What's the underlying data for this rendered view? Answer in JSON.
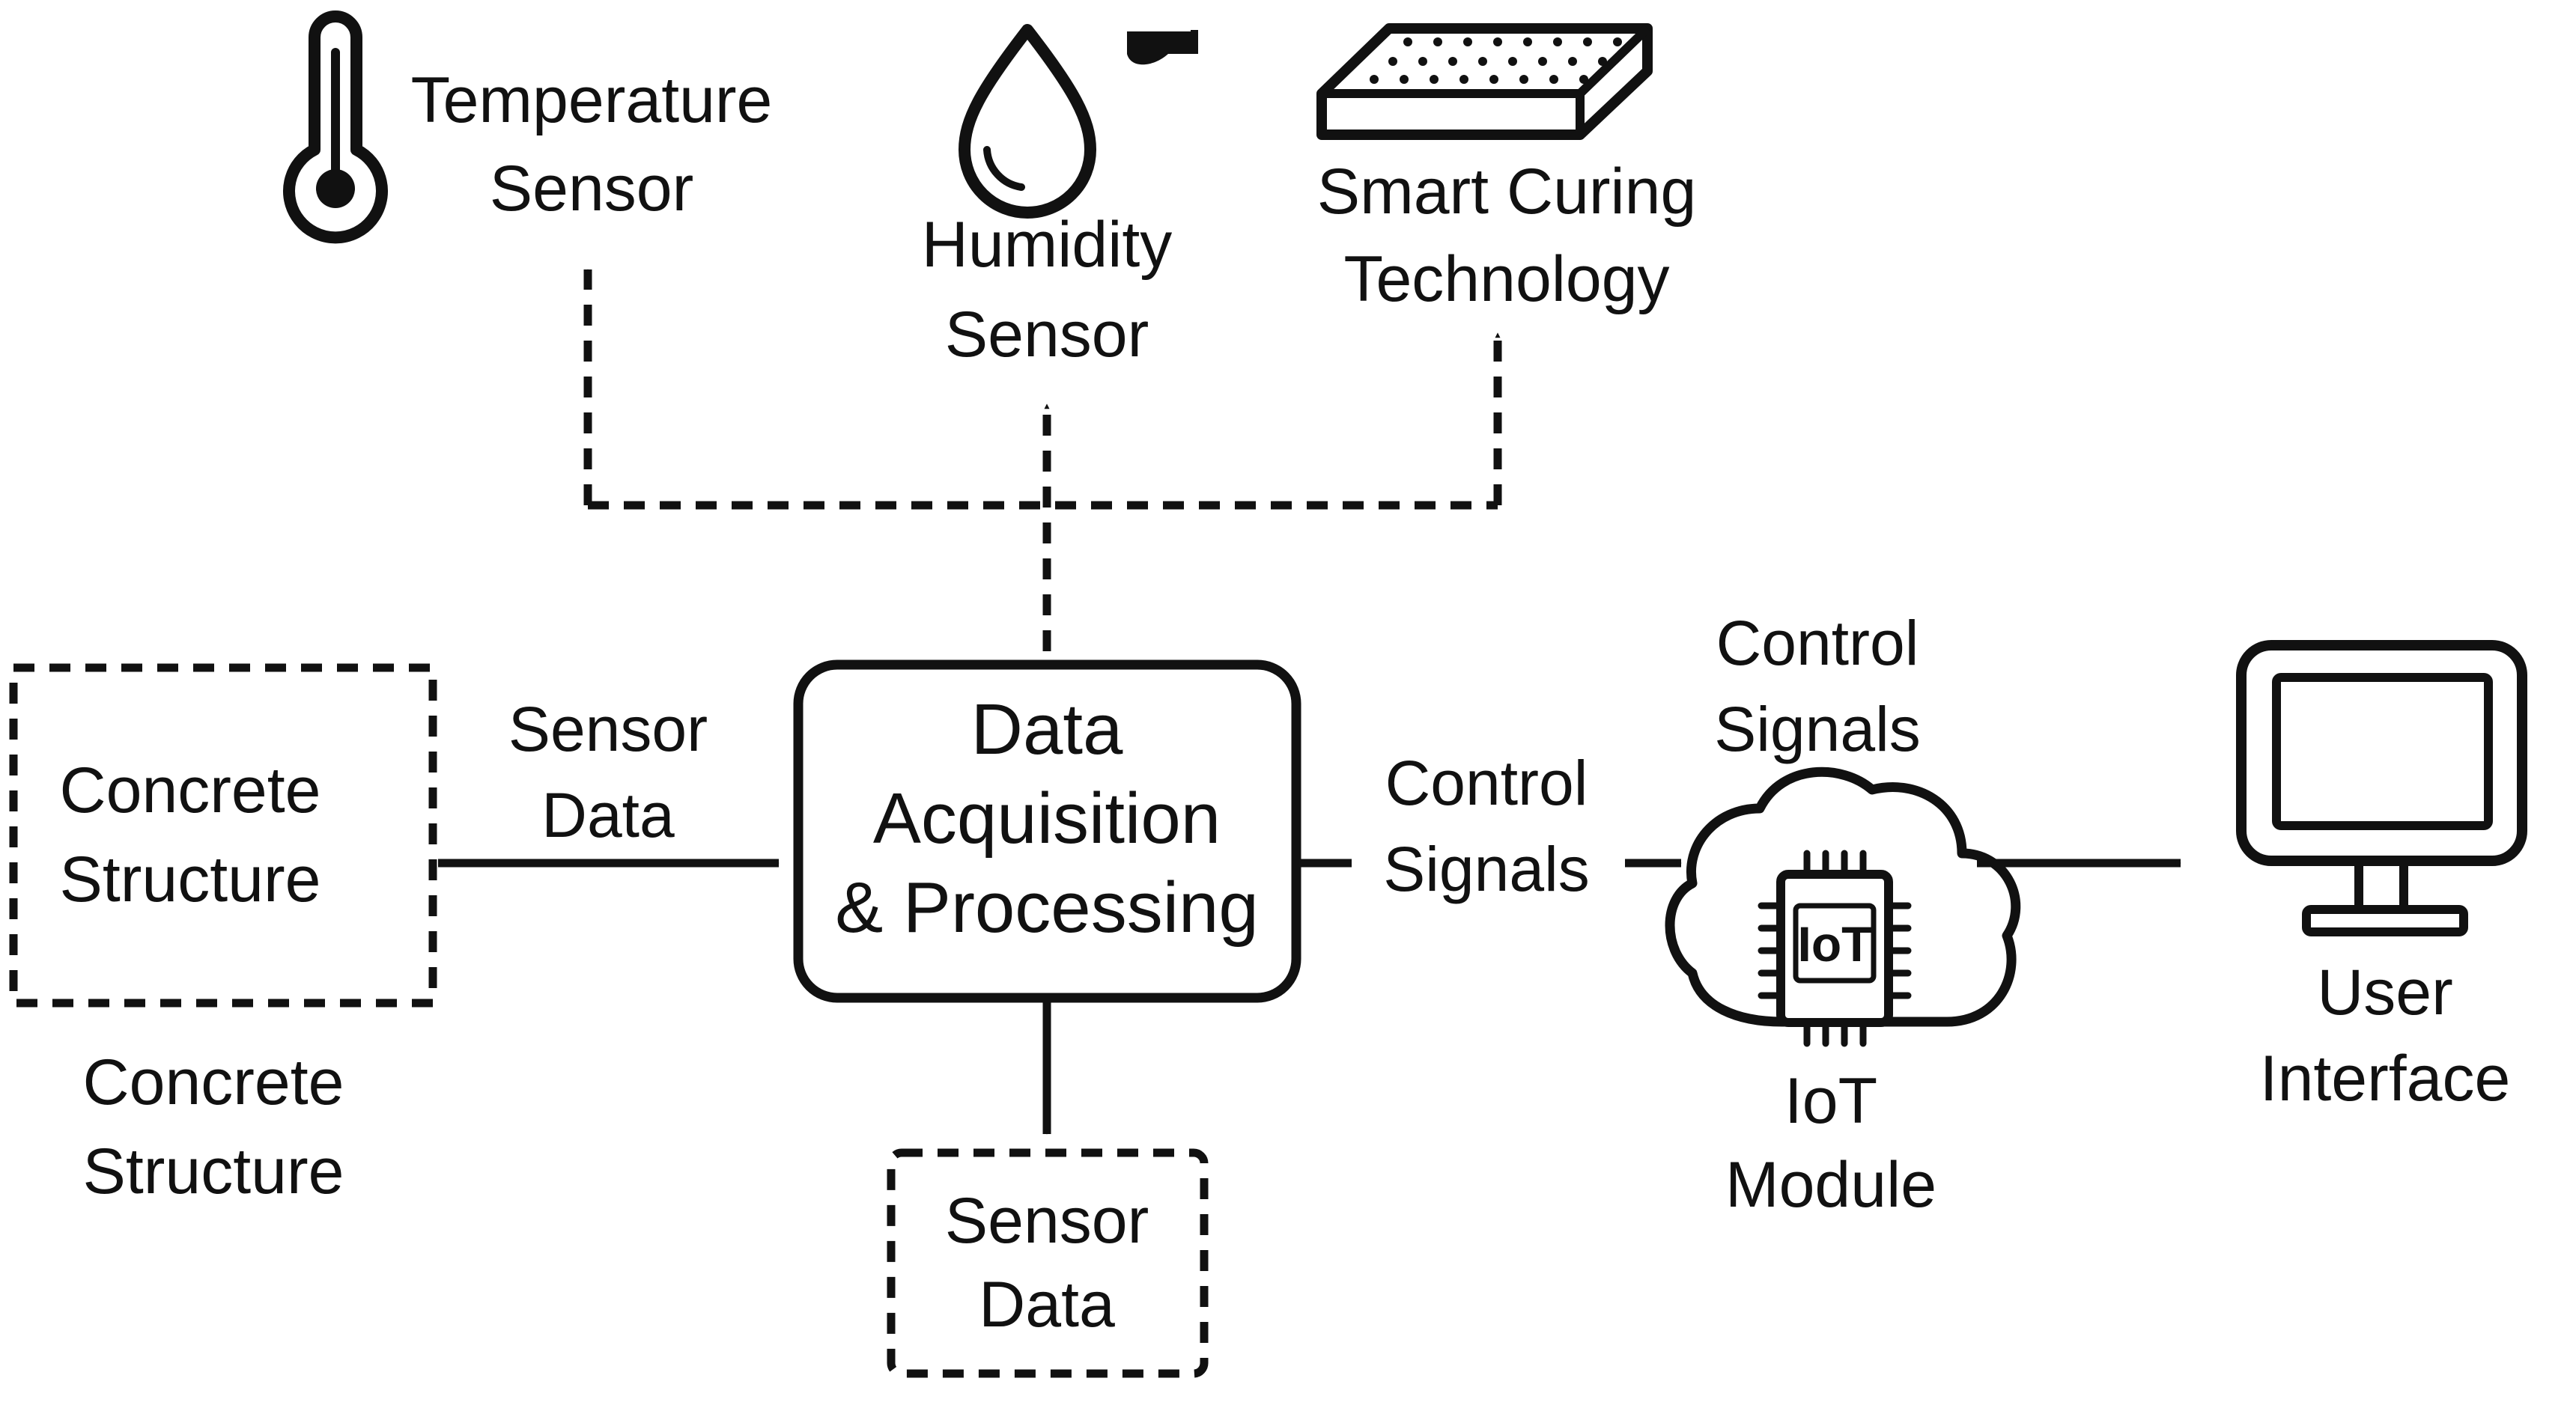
{
  "nodes": {
    "temperature_sensor": {
      "line1": "Temperature",
      "line2": "Sensor"
    },
    "humidity_sensor": {
      "line1": "Humidity",
      "line2": "Sensor"
    },
    "smart_curing": {
      "line1": "Smart Curing",
      "line2": "Technology"
    },
    "concrete_box": {
      "line1": "Concrete",
      "line2": "Structure"
    },
    "concrete_caption": {
      "line1": "Concrete",
      "line2": "Structure"
    },
    "data_acquisition": {
      "line1": "Data",
      "line2": "Acquisition",
      "line3": "& Processing"
    },
    "sensor_data_box": {
      "line1": "Sensor",
      "line2": "Data"
    },
    "iot_module": {
      "chip_label": "IoT",
      "line1": "IoT",
      "line2": "Module"
    },
    "user_interface": {
      "line1": "User",
      "line2": "Interface"
    }
  },
  "edges": {
    "sensor_data_label": {
      "line1": "Sensor",
      "line2": "Data"
    },
    "control_signals_label": {
      "line1": "Control",
      "line2": "Signals"
    },
    "control_signals_top_label": {
      "line1": "Control",
      "line2": "Signals"
    }
  },
  "colors": {
    "stroke": "#111111",
    "background": "#ffffff"
  }
}
